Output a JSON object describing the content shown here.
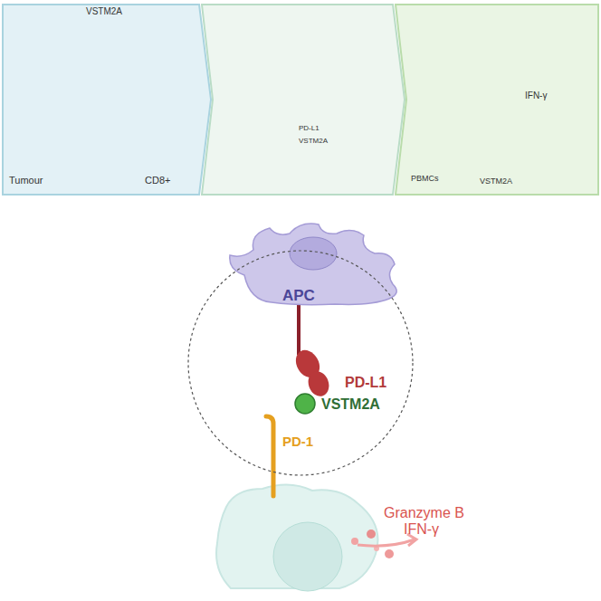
{
  "diagram": {
    "nodes": [
      {
        "text": [
          "VSTM2A",
          "Tumour",
          "CD8+"
        ]
      },
      {
        "text": [
          "PD-L1",
          "VSTM2A"
        ]
      },
      {
        "text": [
          "IFN-γ",
          "PBMCs",
          "VSTM2A"
        ]
      },
      {
        "text": [
          "APC"
        ]
      },
      {
        "text": [
          "PD-L1",
          "VSTM2A",
          "PD-1"
        ]
      }
    ],
    "labels": [
      "Granzyme B",
      "IFN-γ"
    ]
  }
}
